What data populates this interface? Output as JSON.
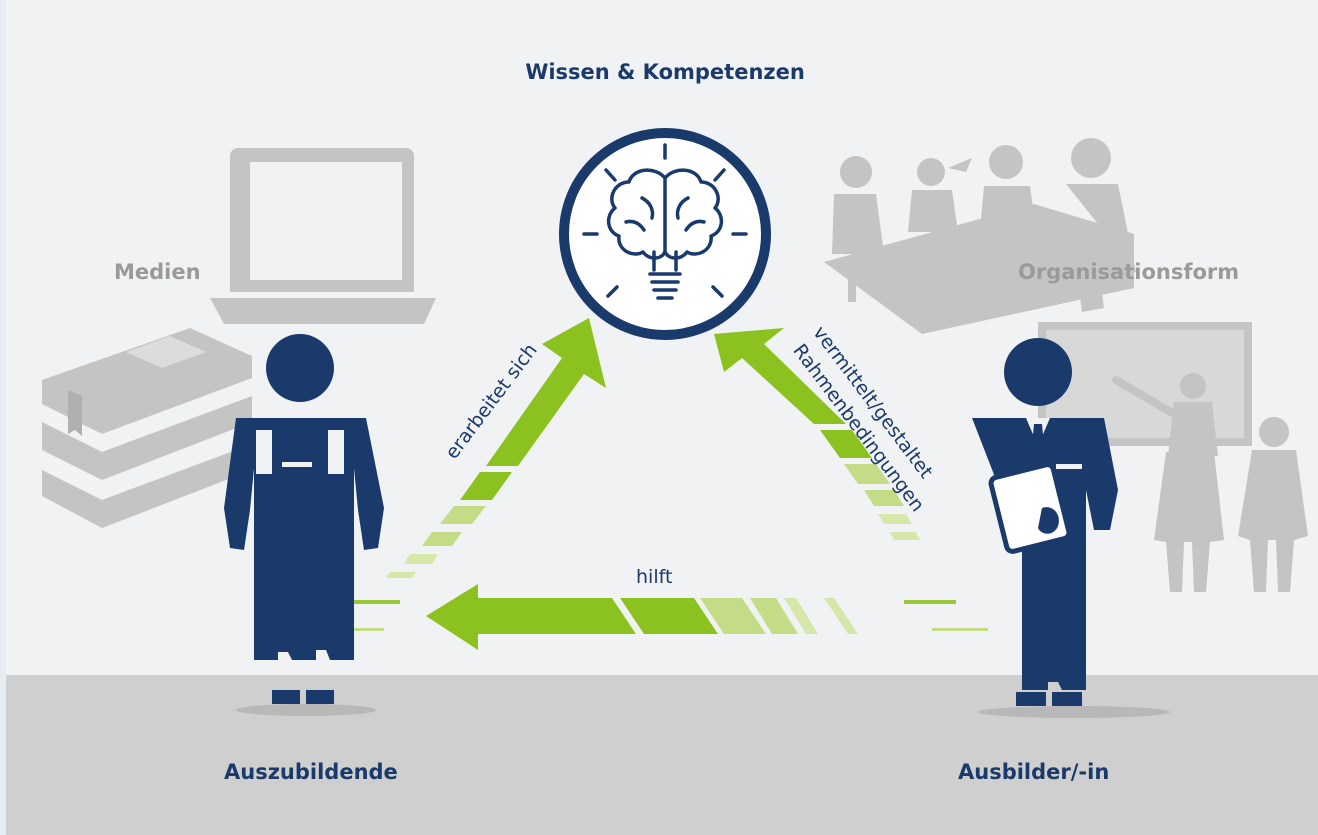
{
  "diagram": {
    "center_label": "Wissen & Kompetenzen",
    "left_context_label": "Medien",
    "right_context_label": "Organisationsform",
    "left_actor_label": "Auszubildende",
    "right_actor_label": "Ausbilder/-in",
    "edges": {
      "left_up": "erarbeitet sich",
      "right_up_line1": "vermittelt/gestaltet",
      "right_up_line2": "Rahmenbedingungen",
      "bottom": "hilft"
    }
  },
  "colors": {
    "navy": "#1a3a6c",
    "green": "#8cc21f",
    "green_light": "#c4dc86",
    "grey_icon": "#c4c4c4",
    "floor": "#cfcfcf",
    "background": "#f1f2f3"
  },
  "icons": [
    "laptop-icon",
    "books-icon",
    "meeting-icon",
    "presentation-icon",
    "brain-bulb-icon",
    "apprentice-figure",
    "trainer-figure"
  ]
}
